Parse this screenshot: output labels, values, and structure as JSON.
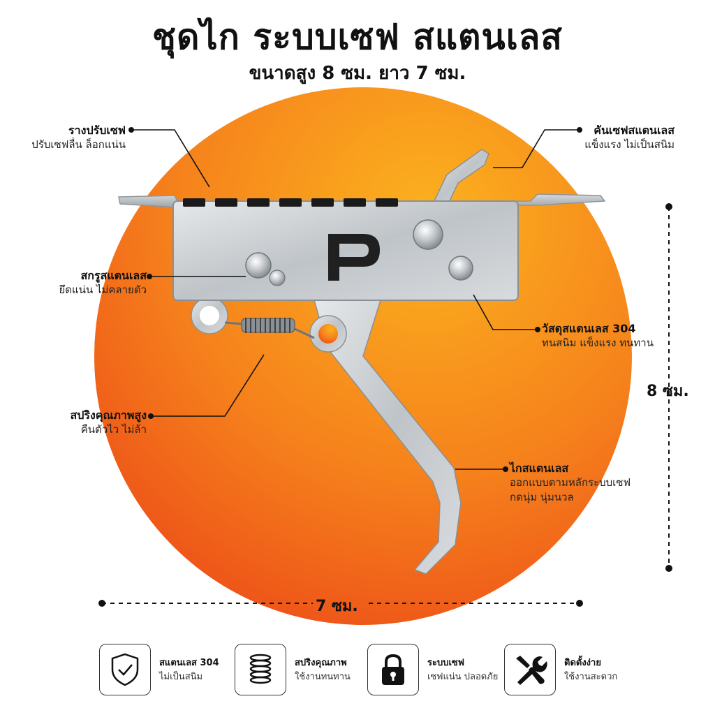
{
  "header": {
    "title": "ชุดไก ระบบเซฟ สแตนเลส",
    "subtitle": "ขนาดสูง 8 ซม. ยาว 7 ซม."
  },
  "product": {
    "logo_letter": "P"
  },
  "callouts": {
    "rail": {
      "title": "รางปรับเซฟ",
      "desc": "ปรับเซฟลื่น ล็อกแน่น"
    },
    "lever": {
      "title": "คันเซฟสแตนเลส",
      "desc": "แข็งแรง ไม่เป็นสนิม"
    },
    "screw": {
      "title": "สกรูสแตนเลส",
      "desc": "ยึดแน่น ไม่คลายตัว"
    },
    "material": {
      "title": "วัสดุสแตนเลส 304",
      "desc": "ทนสนิม แข็งแรง ทนทาน"
    },
    "spring": {
      "title": "สปริงคุณภาพสูง",
      "desc": "คืนตัวไว ไม่ล้า"
    },
    "trigger": {
      "title": "ไกสแตนเลส",
      "desc1": "ออกแบบตามหลักระบบเซฟ",
      "desc2": "กดนุ่ม นุ่มนวล"
    }
  },
  "dimensions": {
    "height_label": "8 ซม.",
    "width_label": "7 ซม."
  },
  "features": [
    {
      "icon": "shield-check-icon",
      "title": "สแตนเลส 304",
      "desc": "ไม่เป็นสนิม"
    },
    {
      "icon": "coil-spring-icon",
      "title": "สปริงคุณภาพ",
      "desc": "ใช้งานทนทาน"
    },
    {
      "icon": "padlock-icon",
      "title": "ระบบเซฟ",
      "desc": "เซฟแน่น ปลอดภัย"
    },
    {
      "icon": "wrench-screwdriver-icon",
      "title": "ติดตั้งง่าย",
      "desc": "ใช้งานสะดวก"
    }
  ],
  "colors": {
    "accent_orange_light": "#f9a21b",
    "accent_orange_dark": "#f0521a",
    "steel": "#c9cdd1"
  }
}
